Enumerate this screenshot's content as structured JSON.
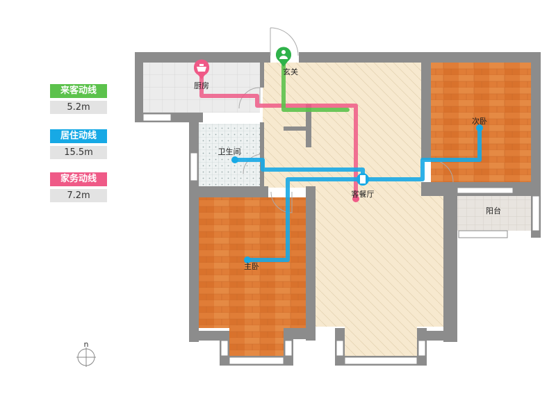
{
  "legend": [
    {
      "label": "来客动线",
      "value": "5.2m",
      "color": "#5cc24c"
    },
    {
      "label": "居住动线",
      "value": "15.5m",
      "color": "#17a9e5"
    },
    {
      "label": "家务动线",
      "value": "7.2m",
      "color": "#ef5a87"
    }
  ],
  "rooms": {
    "kitchen": "厨房",
    "entrance": "玄关",
    "second_bedroom": "次卧",
    "bathroom": "卫生间",
    "living_dining": "客餐厅",
    "balcony": "阳台",
    "master_bedroom": "主卧"
  },
  "compass": {
    "letter": "n"
  },
  "colors": {
    "wall": "#8c8c8c",
    "wood_floor": "#e07d37",
    "living_floor": "#f7e9cf",
    "tile_floor": "#e9e9e9",
    "guest_route": "#5cc24c",
    "living_route": "#17a9e5",
    "housework_route": "#ef5a87"
  }
}
